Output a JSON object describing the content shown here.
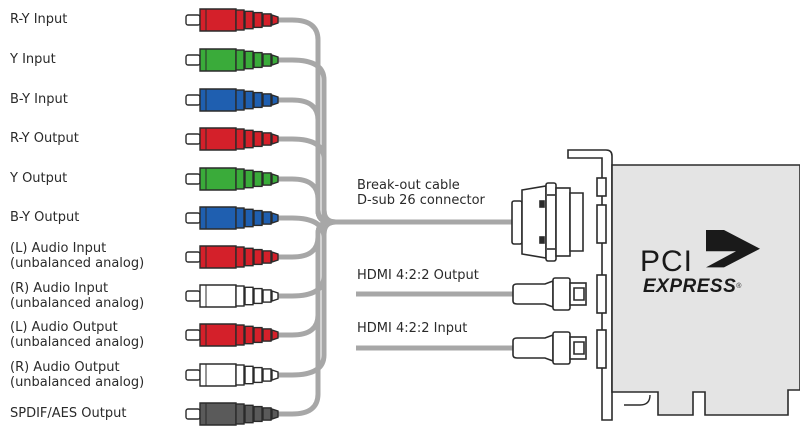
{
  "connectors": [
    {
      "lines": [
        "R-Y Input"
      ],
      "color": "#d4202a"
    },
    {
      "lines": [
        "Y Input"
      ],
      "color": "#3aab3a"
    },
    {
      "lines": [
        "B-Y Input"
      ],
      "color": "#1f5fb0"
    },
    {
      "lines": [
        "R-Y Output"
      ],
      "color": "#d4202a"
    },
    {
      "lines": [
        "Y Output"
      ],
      "color": "#3aab3a"
    },
    {
      "lines": [
        "B-Y Output"
      ],
      "color": "#1f5fb0"
    },
    {
      "lines": [
        "(L) Audio Input",
        "(unbalanced analog)"
      ],
      "color": "#d4202a"
    },
    {
      "lines": [
        "(R) Audio Input",
        "(unbalanced analog)"
      ],
      "color": "#ffffff"
    },
    {
      "lines": [
        "(L) Audio Output",
        "(unbalanced analog)"
      ],
      "color": "#d4202a"
    },
    {
      "lines": [
        "(R) Audio Output",
        "(unbalanced analog)"
      ],
      "color": "#ffffff"
    },
    {
      "lines": [
        "SPDIF/AES Output"
      ],
      "color": "#5a5a5a"
    }
  ],
  "cable": {
    "line1": "Break-out cable",
    "line2": "D-sub 26 connector"
  },
  "hdmi": {
    "output": "HDMI 4:2:2 Output",
    "input": "HDMI 4:2:2 Input"
  },
  "logo": {
    "main": "PCI",
    "sub": "EXPRESS",
    "mark": "®"
  },
  "colors": {
    "cable": "#a7a7a7",
    "outline": "#2b2b2b",
    "card": "#e4e4e4"
  }
}
